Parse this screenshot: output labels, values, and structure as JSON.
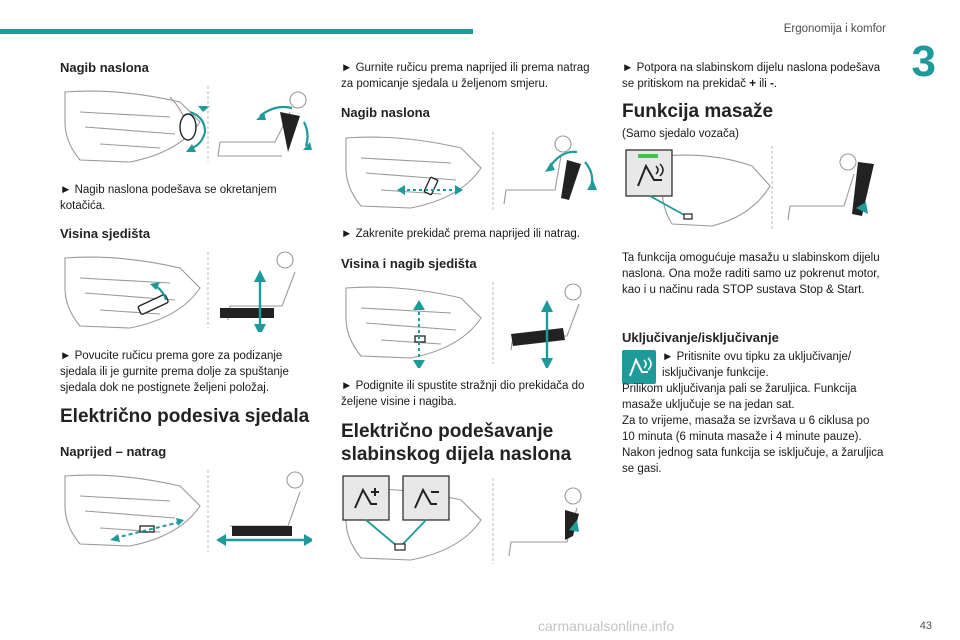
{
  "header": {
    "section_title": "Ergonomija i komfor",
    "chapter_number": "3",
    "accent_color": "#1e9a9b"
  },
  "page_number": "43",
  "watermark": "carmanualsonline.info",
  "column1": {
    "backrest_angle": {
      "heading": "Nagib naslona",
      "text": "Nagib naslona podešava se okretanjem kotačića."
    },
    "seat_height": {
      "heading": "Visina sjedišta",
      "text": "Povucite ručicu prema gore za podizanje sjedala ili je gurnite prema dolje za spuštanje sjedala dok ne postignete željeni položaj."
    },
    "electric_seats": {
      "heading": "Električno podesiva sjedala"
    },
    "fore_aft": {
      "heading": "Naprijed – natrag"
    }
  },
  "column2": {
    "fore_aft_text": "Gurnite ručicu prema naprijed ili prema natrag za pomicanje sjedala u željenom smjeru.",
    "backrest_angle": {
      "heading": "Nagib naslona",
      "text": "Zakrenite prekidač prema naprijed ili natrag."
    },
    "height_tilt": {
      "heading": "Visina i nagib sjedišta",
      "text": "Podignite ili spustite stražnji dio prekidača do željene visine i nagiba."
    },
    "lumbar": {
      "heading": "Električno podešavanje slabinskog dijela naslona"
    }
  },
  "column3": {
    "lumbar_text_pre": "Potpora na slabinskom dijelu naslona podešava se pritiskom na prekidač ",
    "lumbar_plus": "+",
    "lumbar_mid": " ili ",
    "lumbar_minus": "-",
    "lumbar_end": ".",
    "massage": {
      "heading": "Funkcija masaže",
      "note": "(Samo sjedalo vozača)",
      "text": "Ta funkcija omogućuje masažu u slabinskom dijelu naslona. Ona može raditi samo uz pokrenut motor, kao i u načinu rada STOP sustava Stop & Start."
    },
    "on_off": {
      "heading": "Uključivanje/isključivanje",
      "button_text": "Pritisnite ovu tipku za uključivanje/ isključivanje funkcije.",
      "line1": "Prilikom uključivanja pali se žaruljica. Funkcija masaže uključuje se na jedan sat.",
      "line2": "Za to vrijeme, masaža se izvršava u 6 ciklusa po 10 minuta (6 minuta masaže i 4 minute pauze).",
      "line3": "Nakon jednog sata funkcija se isključuje, a žaruljica se gasi."
    }
  }
}
